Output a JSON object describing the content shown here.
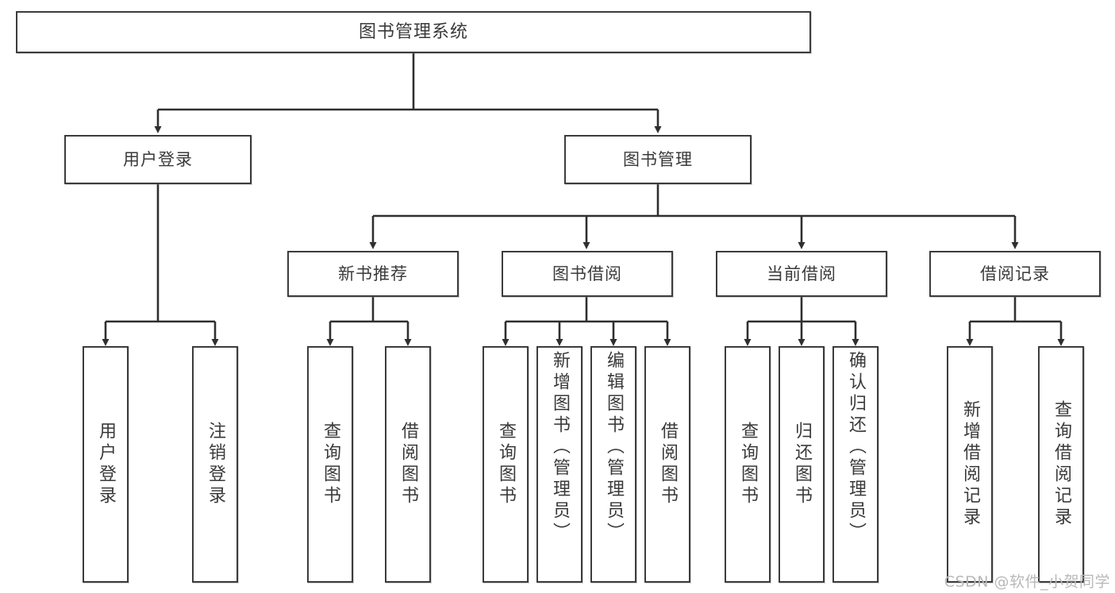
{
  "diagram": {
    "title": "图书管理系统",
    "watermark": "CSDN @软件_小贺同学",
    "type": "tree-hierarchy-diagram",
    "levels": 4,
    "style": {
      "box_fill": "#ffffff",
      "box_stroke": "#3c3c3c",
      "text_color": "#3a3a3a",
      "background": "#ffffff",
      "watermark_color": "#b9b9b9"
    }
  },
  "nodes": {
    "root": {
      "label": "图书管理系统"
    },
    "level2": [
      {
        "label": "用户登录"
      },
      {
        "label": "图书管理"
      }
    ],
    "level3": [
      {
        "label": "新书推荐"
      },
      {
        "label": "图书借阅"
      },
      {
        "label": "当前借阅"
      },
      {
        "label": "借阅记录"
      }
    ],
    "leaves": {
      "user_login": [
        {
          "label": "用户登录"
        },
        {
          "label": "注销登录"
        }
      ],
      "new_book_recommend": [
        {
          "label": "查询图书"
        },
        {
          "label": "借阅图书"
        }
      ],
      "book_borrow": [
        {
          "label": "查询图书"
        },
        {
          "label": "新增图书（管理员）"
        },
        {
          "label": "编辑图书（管理员）"
        },
        {
          "label": "借阅图书"
        }
      ],
      "current_borrow": [
        {
          "label": "查询图书"
        },
        {
          "label": "归还图书"
        },
        {
          "label": "确认归还（管理员）"
        }
      ],
      "borrow_record": [
        {
          "label": "新增借阅记录"
        },
        {
          "label": "查询借阅记录"
        }
      ]
    }
  }
}
